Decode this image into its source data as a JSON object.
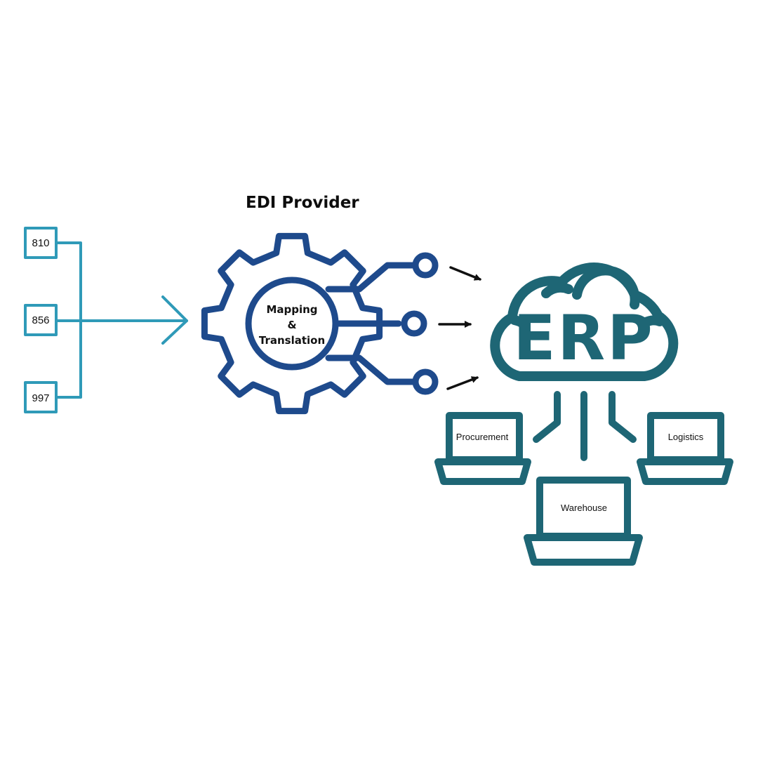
{
  "title": "EDI Provider",
  "documents": [
    {
      "label": "810"
    },
    {
      "label": "856"
    },
    {
      "label": "997"
    }
  ],
  "gear": {
    "line1": "Mapping",
    "line2": "&",
    "line3": "Translation"
  },
  "erp": {
    "label": "ERP"
  },
  "departments": [
    {
      "label": "Procurement"
    },
    {
      "label": "Logistics"
    },
    {
      "label": "Warehouse"
    }
  ],
  "colors": {
    "documents": "#2f9ab8",
    "gear": "#1e4a8c",
    "erp": "#1e6675",
    "arrows": "#111111"
  },
  "icons": {
    "gear": "gear-icon",
    "cloud": "cloud-icon",
    "laptop": "laptop-icon"
  }
}
